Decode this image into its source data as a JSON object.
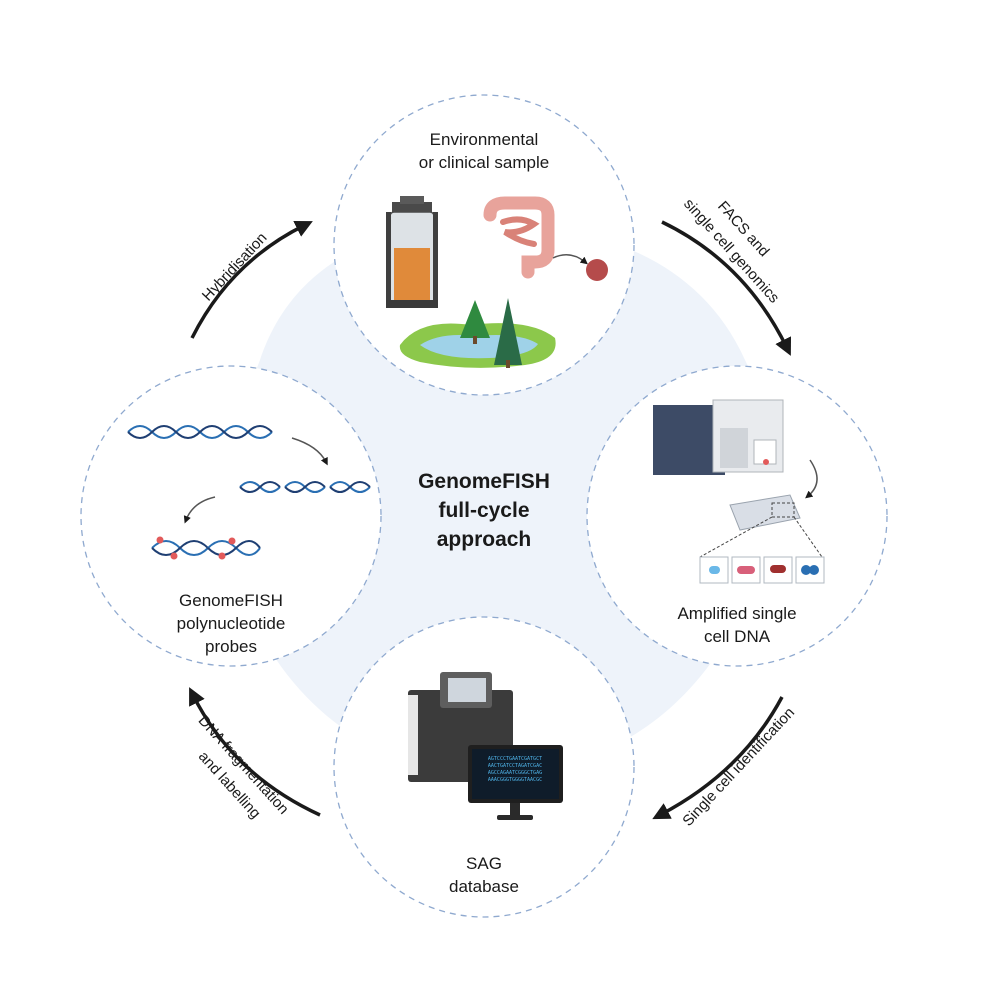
{
  "center": {
    "title_line1": "GenomeFISH",
    "title_line2": "full-cycle",
    "title_line3": "approach"
  },
  "nodes": {
    "sample": {
      "line1": "Environmental",
      "line2": "or clinical sample"
    },
    "amplified": {
      "line1": "Amplified single",
      "line2": "cell DNA"
    },
    "sag": {
      "line1": "SAG",
      "line2": "database"
    },
    "probes": {
      "line1": "GenomeFISH",
      "line2": "polynucleotide",
      "line3": "probes"
    }
  },
  "arrows": {
    "hybridisation": "Hybridisation",
    "facs_line1": "FACS and",
    "facs_line2": "single cell genomics",
    "single_cell_id": "Single cell identification",
    "dna_line1": "DNA fragmentation",
    "dna_line2": "and labelling"
  },
  "screen_sequence": [
    "AGTCCCTGAATCGATGCT",
    "AACTGATCCTAGATCGAC",
    "AGCCAGAATCGGGCTGAG",
    "AAACGGGTGGGGTAACGC"
  ],
  "colors": {
    "center_blob": "#eef3fa",
    "dashed_circle": "#8fa9cf",
    "arrow": "#1a1a1a",
    "dna_blue": "#2a6fb3",
    "probe_red": "#e25a5a"
  }
}
